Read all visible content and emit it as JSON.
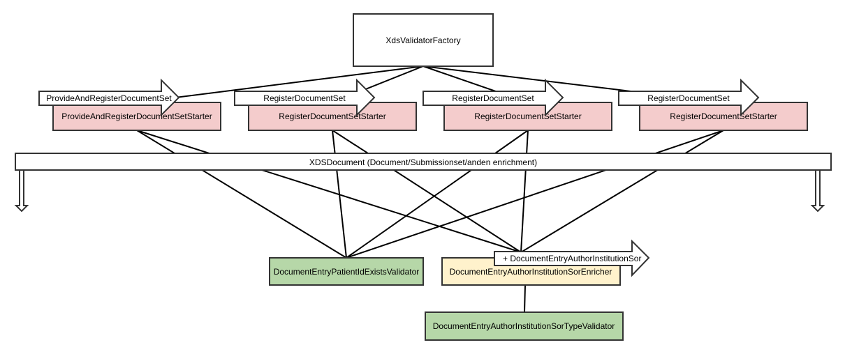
{
  "colors": {
    "starter_fill": "#f4cccc",
    "validator_fill": "#b6d7a8",
    "enricher_fill": "#fff2cc",
    "plain_fill": "#ffffff",
    "stroke": "#333333"
  },
  "factory": {
    "label": "XdsValidatorFactory"
  },
  "starters": [
    {
      "label": "ProvideAndRegisterDocumentSetStarter",
      "tag": "ProvideAndRegisterDocumentSet"
    },
    {
      "label": "RegisterDocumentSetStarter",
      "tag": "RegisterDocumentSet"
    },
    {
      "label": "RegisterDocumentSetStarter",
      "tag": "RegisterDocumentSet"
    },
    {
      "label": "RegisterDocumentSetStarter",
      "tag": "RegisterDocumentSet"
    }
  ],
  "document_bar": {
    "label": "XDSDocument (Document/Submissionset/anden enrichment)"
  },
  "patient_validator": {
    "label": "DocumentEntryPatientIdExistsValidator"
  },
  "enricher": {
    "label": "DocumentEntryAuthorInstitutionSorEnricher",
    "tag": "+ DocumentEntryAuthorInstitutionSor"
  },
  "type_validator": {
    "label": "DocumentEntryAuthorInstitutionSorTypeValidator"
  }
}
